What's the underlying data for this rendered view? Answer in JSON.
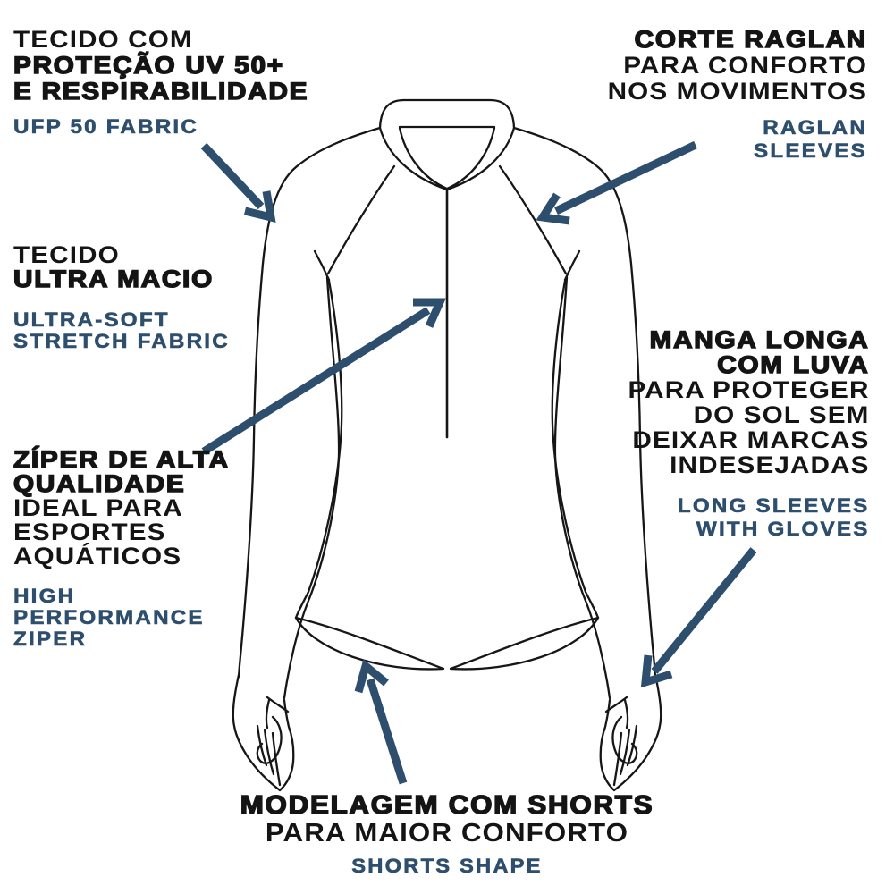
{
  "colors": {
    "background": "#ffffff",
    "ink": "#141414",
    "accent_blue": "#2e4e6e"
  },
  "figure": {
    "subject": "Technical line drawing of a long-sleeve one-piece swimsuit with mock collar, front zipper, raglan sleeves, gloves and shorts-shape leg openings"
  },
  "labels": {
    "uv": {
      "pt1": "TECIDO COM",
      "pt2": "PROTEÇÃO UV 50+",
      "pt3": "E RESPIRABILIDADE",
      "en": "UFP 50 FABRIC"
    },
    "raglan": {
      "pt1": "CORTE RAGLAN",
      "pt2": "PARA CONFORTO",
      "pt3": "NOS MOVIMENTOS",
      "en1": "RAGLAN",
      "en2": "SLEEVES"
    },
    "soft": {
      "pt1": "TECIDO",
      "pt2": "ULTRA MACIO",
      "en1": "ULTRA-SOFT",
      "en2": "STRETCH FABRIC"
    },
    "zipper": {
      "pt1": "ZÍPER DE ALTA",
      "pt2": "QUALIDADE",
      "pt3": "IDEAL PARA",
      "pt4": "ESPORTES",
      "pt5": "AQUÁTICOS",
      "en1": "HIGH",
      "en2": "PERFORMANCE",
      "en3": "ZIPER"
    },
    "sleeves": {
      "pt1": "MANGA LONGA",
      "pt2": "COM LUVA",
      "pt3": "PARA PROTEGER",
      "pt4": "DO SOL SEM",
      "pt5": "DEIXAR MARCAS",
      "pt6": "INDESEJADAS",
      "en1": "LONG SLEEVES",
      "en2": "WITH GLOVES"
    },
    "shorts": {
      "pt1": "MODELAGEM COM SHORTS",
      "pt2": "PARA MAIOR CONFORTO",
      "en": "SHORTS SHAPE"
    }
  }
}
